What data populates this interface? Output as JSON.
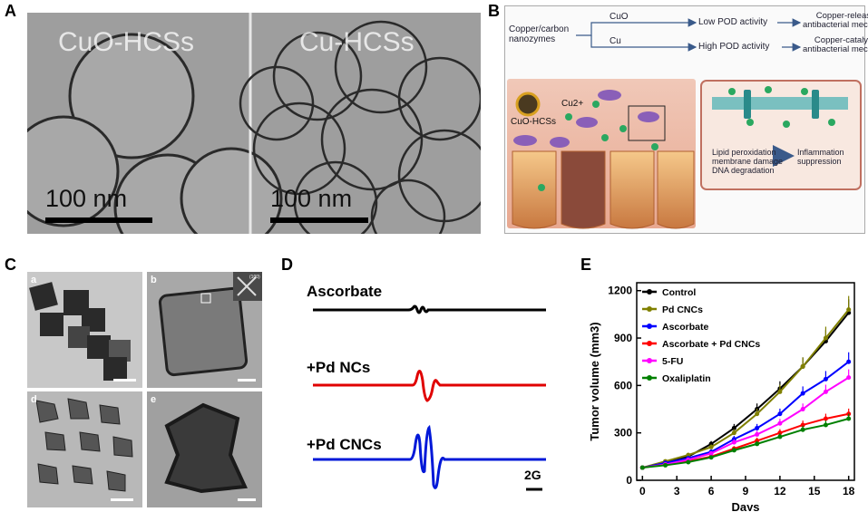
{
  "panels": {
    "A": {
      "label": "A",
      "left_title": "CuO-HCSs",
      "right_title": "Cu-HCSs",
      "scale_left": "100 nm",
      "scale_right": "100 nm"
    },
    "B": {
      "label": "B",
      "source": "Copper/carbon\nnanozymes",
      "branch_top": "CuO",
      "branch_bottom": "Cu",
      "top_result": "Low POD activity",
      "bottom_result": "High POD activity",
      "top_mech": "Copper-releasing\nantibacterial mechanism",
      "bottom_mech": "Copper-catalyzing\nantibacterial mechanism",
      "particle_label": "CuO-HCSs",
      "ion_label": "Cu2+",
      "effects": "Lipid peroxidation\nmembrane damage\nDNA degradation",
      "outcome": "Inflammation\nsuppression"
    },
    "C": {
      "label": "C",
      "sub_a": "a",
      "sub_b": "b",
      "sub_d": "d",
      "sub_e": "e",
      "inset_index": "(100)"
    },
    "D": {
      "label": "D",
      "traces": [
        "Ascorbate",
        "+Pd NCs",
        "+Pd CNCs"
      ],
      "scale_label": "2G",
      "colors": [
        "#000000",
        "#e00000",
        "#0018d8"
      ]
    },
    "E": {
      "label": "E"
    }
  },
  "chart_data": {
    "type": "line",
    "xlabel": "Days",
    "ylabel": "Tumor volume (mm3)",
    "xlim": [
      -0.5,
      18.5
    ],
    "ylim": [
      0,
      1250
    ],
    "xticks": [
      0,
      3,
      6,
      9,
      12,
      15,
      18
    ],
    "yticks": [
      0,
      300,
      600,
      900,
      1200
    ],
    "x": [
      0,
      2,
      4,
      6,
      8,
      10,
      12,
      14,
      16,
      18
    ],
    "legend_placement": "top-left",
    "series": [
      {
        "name": "Control",
        "color": "#000000",
        "values": [
          80,
          110,
          150,
          230,
          330,
          450,
          580,
          720,
          880,
          1060
        ]
      },
      {
        "name": "Pd CNCs",
        "color": "#808000",
        "values": [
          80,
          120,
          160,
          210,
          300,
          420,
          560,
          720,
          900,
          1080
        ]
      },
      {
        "name": "Ascorbate",
        "color": "#0000ff",
        "values": [
          80,
          110,
          140,
          180,
          260,
          330,
          420,
          550,
          640,
          750
        ]
      },
      {
        "name": "Ascorbate + Pd CNCs",
        "color": "#ff0000",
        "values": [
          80,
          100,
          120,
          150,
          200,
          250,
          300,
          350,
          390,
          420
        ]
      },
      {
        "name": "5-FU",
        "color": "#ff00ff",
        "values": [
          80,
          100,
          130,
          170,
          240,
          290,
          360,
          450,
          560,
          650
        ]
      },
      {
        "name": "Oxaliplatin",
        "color": "#008000",
        "values": [
          80,
          95,
          115,
          145,
          190,
          230,
          275,
          320,
          350,
          390
        ]
      }
    ]
  }
}
